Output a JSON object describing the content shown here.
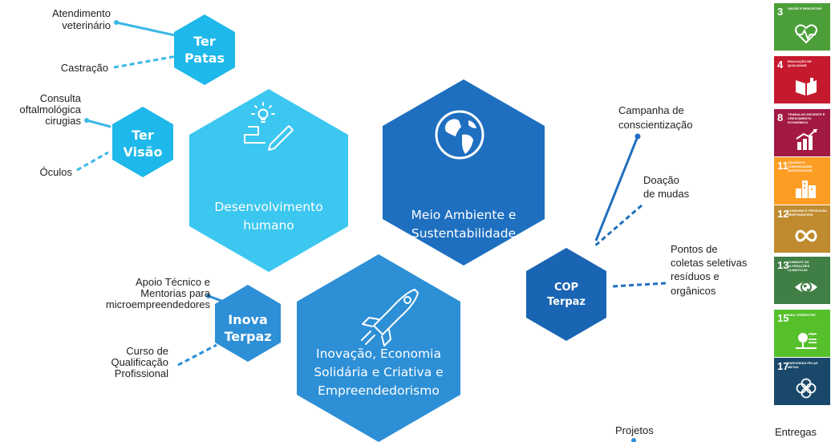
{
  "hexagons": {
    "ter_patas": {
      "line1": "Ter",
      "line2": "Patas"
    },
    "ter_visao": {
      "line1": "Ter",
      "line2": "Visão"
    },
    "desenvolvimento": {
      "line1": "Desenvolvimento",
      "line2": "humano"
    },
    "meio_ambiente": {
      "line1": "Meio Ambiente e",
      "line2": "Sustentabilidade"
    },
    "cop": {
      "line1": "COP",
      "line2": "Terpaz"
    },
    "inova": {
      "line1": "Inova",
      "line2": "Terpaz"
    },
    "inovacao": {
      "line1": "Inovação, Economia",
      "line2": "Solidária e Criativa e",
      "line3": "Empreendedorismo"
    }
  },
  "labels": {
    "atendimento": {
      "line1": "Atendimento",
      "line2": "veterinário"
    },
    "castracao": "Castração",
    "consulta": {
      "line1": "Consulta",
      "line2": "oftalmológica",
      "line3": "cirugias"
    },
    "oculos": "Óculos",
    "campanha": {
      "line1": "Campanha de",
      "line2": "conscientização"
    },
    "doacao": {
      "line1": "Doação",
      "line2": "de mudas"
    },
    "pontos": {
      "line1": "Pontos de",
      "line2": "coletas seletivas",
      "line3": "resíduos e",
      "line4": "orgânicos"
    },
    "apoio": {
      "line1": "Apoio Técnico e",
      "line2": "Mentorias para",
      "line3": "microempreendedores"
    },
    "curso": {
      "line1": "Curso de",
      "line2": "Qualificação",
      "line3": "Profissional"
    }
  },
  "legend": {
    "projetos": "Projetos",
    "entregas": "Entregas"
  },
  "ods": [
    {
      "number": "3",
      "title": "SAÚDE E BEM-ESTAR",
      "color": "#4c9f38",
      "icon": "heartbeat-icon"
    },
    {
      "number": "4",
      "title": "EDUCAÇÃO DE QUALIDADE",
      "color": "#c5192d",
      "icon": "book-icon"
    },
    {
      "number": "8",
      "title": "TRABALHO DECENTE E CRESCIMENTO ECONÔMICO",
      "color": "#a21942",
      "icon": "growth-chart-icon"
    },
    {
      "number": "11",
      "title": "CIDADES E COMUNIDADES SUSTENTÁVEIS",
      "color": "#fd9d24",
      "icon": "city-icon"
    },
    {
      "number": "12",
      "title": "CONSUMO E PRODUÇÃO RESPONSÁVEIS",
      "color": "#bf8b2e",
      "icon": "infinity-icon"
    },
    {
      "number": "13",
      "title": "COMBATE ÀS ALTERAÇÕES CLIMÁTICAS",
      "color": "#3f7e44",
      "icon": "eye-globe-icon"
    },
    {
      "number": "15",
      "title": "VIDA TERRESTRE",
      "color": "#56c02b",
      "icon": "tree-bird-icon"
    },
    {
      "number": "17",
      "title": "PARCERIAS PELAS METAS",
      "color": "#19486a",
      "icon": "partnership-rings-icon"
    }
  ],
  "colors": {
    "light_blue": "#3cc7f0",
    "cyan": "#1eb8ea",
    "mid_blue": "#2d8fd6",
    "dark_blue": "#1e6fbf",
    "darker_blue": "#1a64b4"
  }
}
